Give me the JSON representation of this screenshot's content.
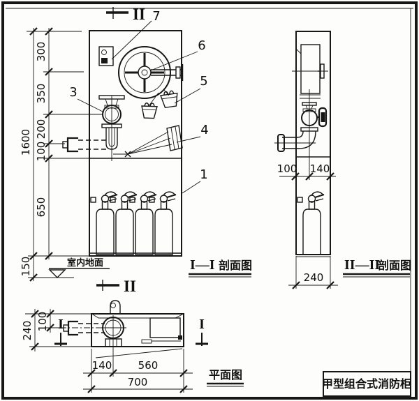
{
  "drawing": {
    "title": "甲型组合式消防柜",
    "floor_label": "室内地面",
    "section_suffix": "剖面图",
    "plan_label": "平面图",
    "section_I_numeral": "I—I",
    "section_II_numeral": "II—II",
    "marker_I": "I",
    "marker_II": "II"
  },
  "callouts": {
    "c1": "1",
    "c3": "3",
    "c4": "4",
    "c5": "5",
    "c6": "6",
    "c7": "7"
  },
  "dims": {
    "front": {
      "d300": "300",
      "d350": "350",
      "d200": "200",
      "d100": "100",
      "d650": "650",
      "total": "1600",
      "base": "150"
    },
    "side": {
      "d100": "100",
      "d140": "140",
      "d240": "240"
    },
    "plan": {
      "d240": "240",
      "d100": "100",
      "d140": "140",
      "d560": "560",
      "d700": "700"
    }
  }
}
